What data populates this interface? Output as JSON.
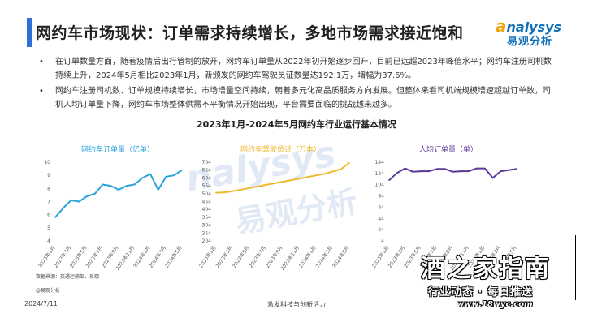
{
  "header": {
    "title": "网约车市场现状：订单需求持续增长，多地市场需求接近饱和",
    "brand_en": "nalysys",
    "brand_en_a": "a",
    "brand_cn": "易观分析"
  },
  "bullets": [
    "在订单数量方面，随着疫情后出行管制的放开，网约车订单量从2022年初开始逐步回升，目前已远超2023年峰值水平；网约车注册司机数持续上升，2024年5月相比2023年1月，新颁发的网约车驾驶员证数量达192.1万，增幅为37.6%。",
    "网约车注册司机数、订单规模持续增长，市场增量空间持续，朝着多元化高品质服务方向发展。但整体来看司机端规模增速超越订单数，司机人均订单量下降，网约车市场整体供需不平衡情况开始出现，平台需要面临的挑战越来越多。"
  ],
  "bullet_symbol": "•",
  "chart_title": "2023年1月-2024年5月网约车行业运行基本情况",
  "watermark": {
    "en": "nalysys",
    "cn": "易观分析"
  },
  "source": "数据来源：交通运输部、易观",
  "source2": "@易观分析",
  "date": "2024/7/11",
  "footer": "激发科技与创新活力",
  "overlay": {
    "main": "酒之家指南",
    "sub": "行业动态 · 每日推送",
    "url": "www.18wyc.com"
  },
  "colors": {
    "accent_blue": "#2f6fd6",
    "line1": "#2aa2dc",
    "line2": "#efb82c",
    "line3": "#5b3a9a"
  },
  "chart_data": [
    {
      "type": "line",
      "title": "网约车订单量（亿单）",
      "x_ticks": [
        "2023年1月",
        "2023年3月",
        "2023年5月",
        "2023年7月",
        "2023年9月",
        "2023年11月",
        "2024年1月",
        "2024年3月",
        "2024年5月"
      ],
      "x": [
        "2023-01",
        "2023-02",
        "2023-03",
        "2023-04",
        "2023-05",
        "2023-06",
        "2023-07",
        "2023-08",
        "2023-09",
        "2023-10",
        "2023-11",
        "2023-12",
        "2024-01",
        "2024-02",
        "2024-03",
        "2024-04",
        "2024-05"
      ],
      "values": [
        5.8,
        6.5,
        7.1,
        7.0,
        7.4,
        7.6,
        8.3,
        8.2,
        7.9,
        8.2,
        8.3,
        8.8,
        9.1,
        7.9,
        8.9,
        9.0,
        9.4
      ],
      "ylim": [
        4,
        10
      ],
      "yticks": [
        "4",
        "5",
        "6",
        "7",
        "8",
        "9",
        "10"
      ]
    },
    {
      "type": "line",
      "title": "网约车驾驶员证（万本）",
      "x_ticks": [
        "2023年1月",
        "2023年3月",
        "2023年5月",
        "2023年7月",
        "2023年9月",
        "2023年11月",
        "2024年1月",
        "2024年3月",
        "2024年5月"
      ],
      "x": [
        "2023-01",
        "2023-02",
        "2023-03",
        "2023-04",
        "2023-05",
        "2023-06",
        "2023-07",
        "2023-08",
        "2023-09",
        "2023-10",
        "2023-11",
        "2023-12",
        "2024-01",
        "2024-02",
        "2024-03",
        "2024-04",
        "2024-05"
      ],
      "values": [
        510,
        513,
        520,
        530,
        540,
        550,
        560,
        570,
        580,
        590,
        600,
        610,
        620,
        630,
        645,
        660,
        700
      ],
      "ylim": [
        204,
        704
      ],
      "yticks": [
        "204",
        "254",
        "304",
        "354",
        "404",
        "454",
        "504",
        "554",
        "604",
        "654",
        "704"
      ]
    },
    {
      "type": "line",
      "title": "人均订单量（单）",
      "x_ticks": [
        "2023年1月",
        "2023年3月",
        "2023年5月",
        "2023年7月",
        "2023年9月",
        "2023年11月",
        "2024年1月",
        "2024年3月",
        "2024年5月"
      ],
      "x": [
        "2023-01",
        "2023-02",
        "2023-03",
        "2023-04",
        "2023-05",
        "2023-06",
        "2023-07",
        "2023-08",
        "2023-09",
        "2023-10",
        "2023-11",
        "2023-12",
        "2024-01",
        "2024-02",
        "2024-03",
        "2024-04",
        "2024-05"
      ],
      "values": [
        112,
        125,
        133,
        127,
        128,
        128,
        132,
        132,
        127,
        128,
        128,
        133,
        133,
        116,
        128,
        130,
        132
      ],
      "ylim": [
        4,
        144
      ],
      "yticks": [
        "4",
        "24",
        "44",
        "64",
        "84",
        "104",
        "124",
        "144"
      ]
    }
  ]
}
